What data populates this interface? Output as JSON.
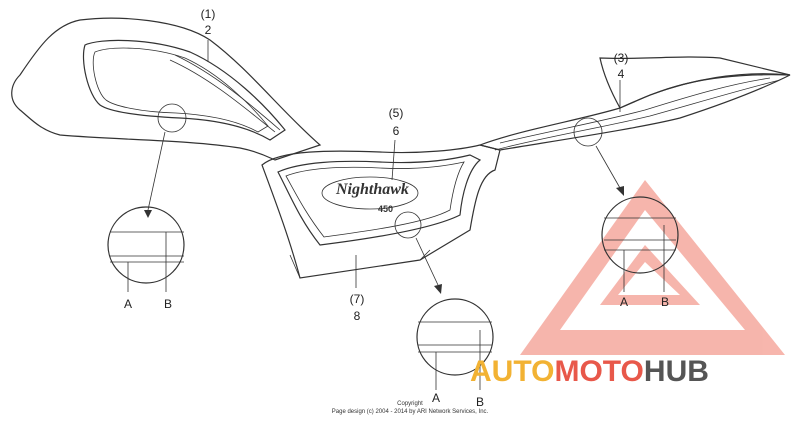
{
  "callouts": {
    "c1": "(1)",
    "c2": "2",
    "c3": "(3)",
    "c4": "4",
    "c5": "(5)",
    "c6": "6",
    "c7": "(7)",
    "c8": "8"
  },
  "detail_labels": {
    "a": "A",
    "b": "B"
  },
  "emblem": {
    "main": "Nighthawk",
    "sub": "450"
  },
  "copyright": {
    "line1": "Copyright",
    "line2": "Page design (c) 2004 - 2014 by ARI Network Services, Inc."
  },
  "watermark": {
    "part1": "AUTO",
    "part2": "MOTO",
    "part3": "HUB",
    "color1": "#f2b233",
    "color2": "#e8584a",
    "color3": "#555555"
  }
}
